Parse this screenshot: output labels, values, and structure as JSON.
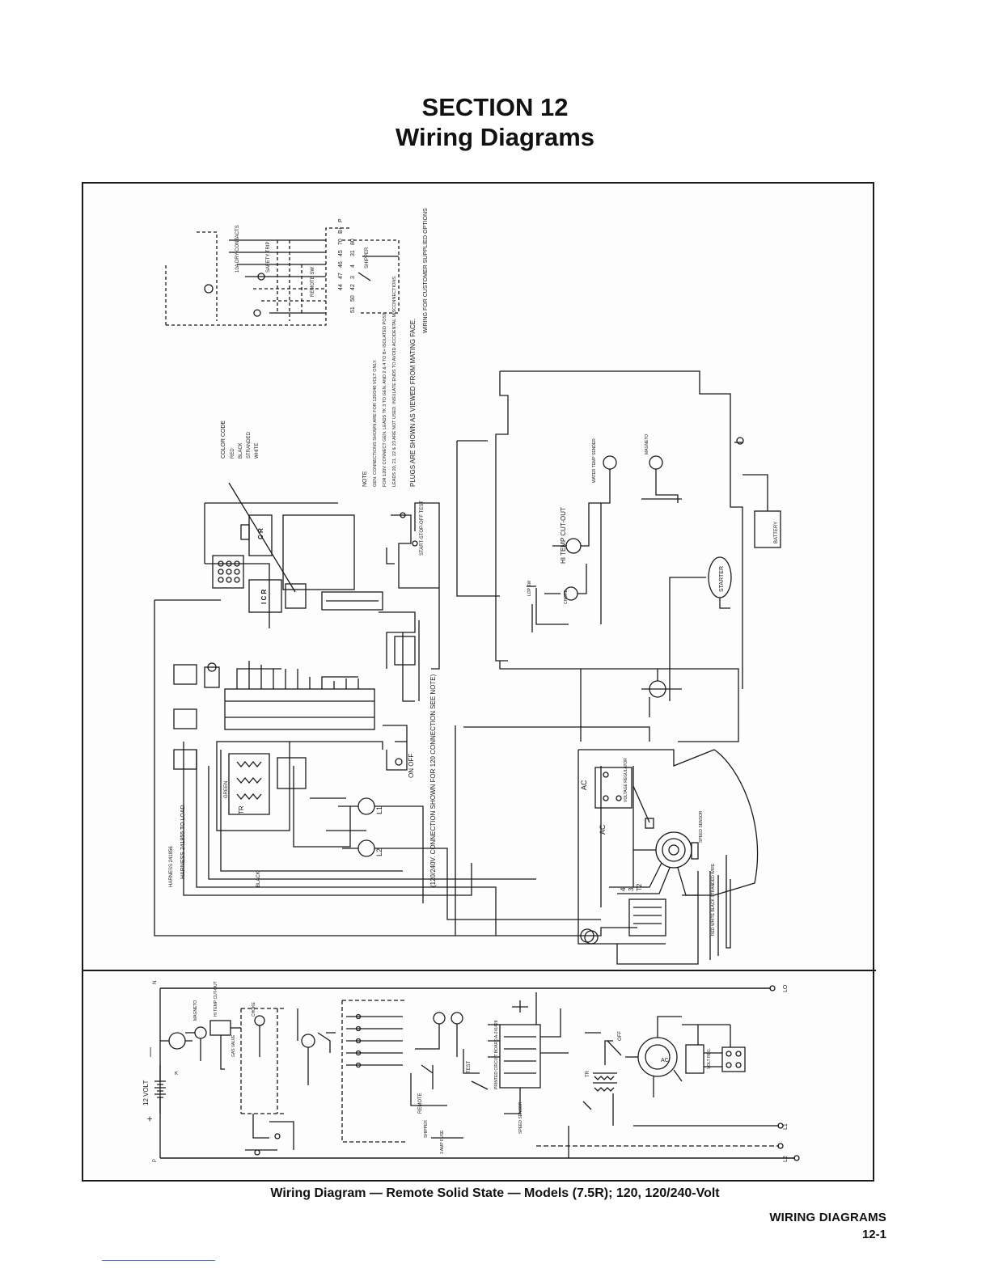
{
  "page": {
    "section_number": "SECTION 12",
    "section_title": "Wiring Diagrams",
    "caption": "Wiring Diagram — Remote Solid State — Models (7.5R); 120, 120/240-Volt",
    "footer_title": "WIRING DIAGRAMS",
    "footer_page": "12-1"
  },
  "upper_diagram": {
    "customer_note": "WIRING FOR CUSTOMER SUPPLIED OPTIONS",
    "terminals": [
      "P",
      "B+",
      "70",
      "45",
      "46",
      "47",
      "44",
      "80",
      "31",
      "4",
      "3",
      "42",
      "50",
      "51"
    ],
    "labels": {
      "dry_contacts": "10A DRY CONTACTS",
      "safety_trip": "SAFETY TRIP",
      "remote_sw": "REMOTE SW",
      "shipper": "SHIPPER",
      "color_code_title": "COLOR CODE",
      "color_red": "RED",
      "color_black": "BLACK",
      "color_stranded": "STRANDED",
      "color_white": "WHITE",
      "note_title": "NOTE",
      "note_1": "GEN. CONNECTIONS SHOWN ARE FOR 120/240 VOLT ONLY.",
      "note_2": "FOR 120V CONNECT GEN. LEADS TK 3 TO GEN. AND 2 & 4 TO B+ ISOLATED POST.",
      "note_3": "LEADS 20, 21, 22 & 23 ARE NOT USED. INSULATE ENDS TO AVOID ACCIDENTAL MISCONNECTIONS.",
      "note_4": "PLUGS ARE SHOWN AS VIEWED FROM MATING FACE.",
      "cr": "C R",
      "icr": "I C R",
      "test_switch": "START-STOP-OFF TEST",
      "water_temp": "WATER TEMP SENDER",
      "magneto": "MAGNETO",
      "hi_temp": "HI TEMP CUT-OUT",
      "battery": "BATTERY",
      "starter": "STARTER",
      "lop": "LOP SW",
      "choke": "CHOKE",
      "harness_1": "HARNESS 241856",
      "harness_2": "HARNESS 241855 TO LOAD",
      "green": "GREEN",
      "black": "BLACK",
      "tr": "TR",
      "connection_note": "(120/240V. CONNECTION SHOWN FOR 120 CONNECTION SEE NOTE)",
      "on_off": "ON OFF",
      "l1": "L1",
      "l2": "L2",
      "ac": "AC",
      "ac2": "AC",
      "volt_reg": "VOLTAGE REGULATOR",
      "speed_sensor": "SPEED SENSOR",
      "stranded_wire": "RED WHITE BLACK STRANDED WIRE",
      "gen_leads": [
        "4",
        "3",
        "T2"
      ]
    }
  },
  "lower_diagram": {
    "labels": {
      "twelve_volt": "12 VOLT",
      "plus": "+",
      "minus": "—",
      "magneto": "MAGNETO",
      "hi_temp": "HI TEMP CUT-OUT",
      "gas_valve": "GAS VALVE",
      "choke": "CHOKE",
      "remote": "REMOTE",
      "shipper": "SHIPPER",
      "speed_sensor": "SPEED SENSOR",
      "printed_circuit": "PRINTED CIRCUIT BOARD A-241428",
      "test": "TEST",
      "off": "OFF",
      "tr": "TR",
      "ac": "AC",
      "volt_reg": "VOLT REG.",
      "lo": "LO",
      "l1": "L1",
      "l2": "L2",
      "n": "N",
      "p": "P",
      "k": "K",
      "amp_fuse": "3 AMP FUSE"
    }
  },
  "colors": {
    "ink": "#1a1a1a",
    "paper": "#ffffff",
    "scan_mark": "#3a5fd0"
  }
}
